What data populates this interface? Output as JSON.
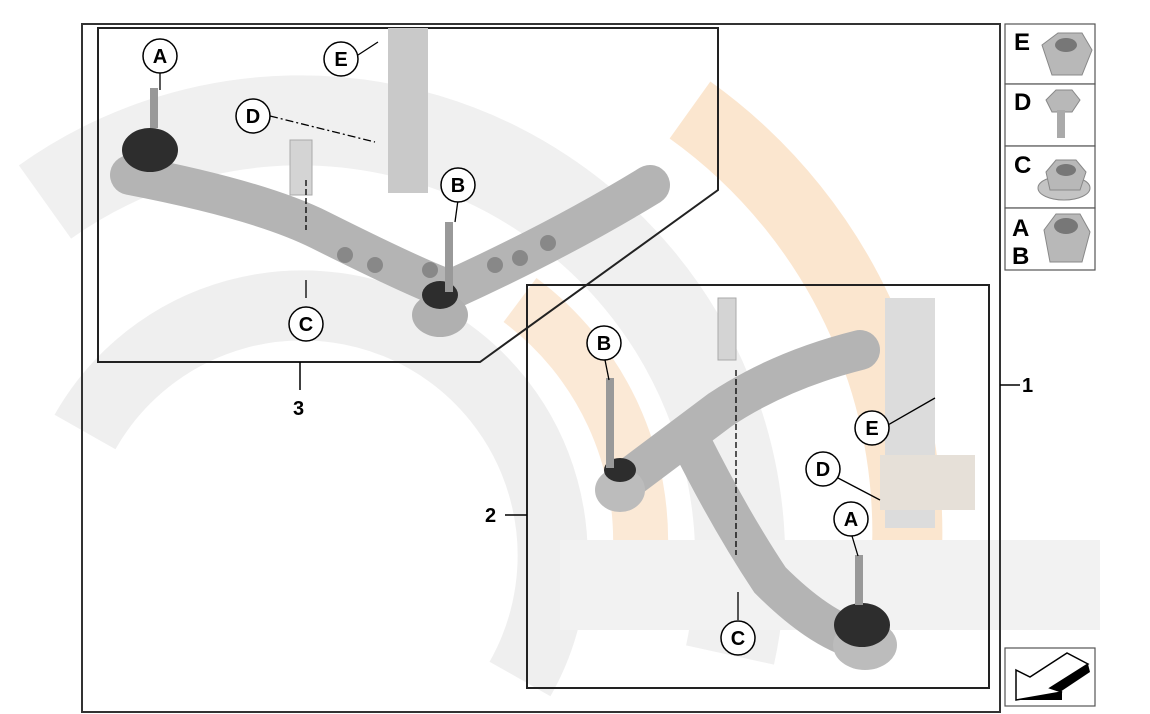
{
  "diagram": {
    "part_numbers": {
      "kit": "1",
      "right_arm": "2",
      "left_arm": "3"
    },
    "top_inset_callouts": {
      "a": "A",
      "b": "B",
      "c": "C",
      "d": "D",
      "e": "E"
    },
    "bottom_inset_callouts": {
      "a": "A",
      "b": "B",
      "c": "C",
      "d": "D",
      "e": "E"
    },
    "legend": [
      {
        "label": "E",
        "part": "hex-nut-icon"
      },
      {
        "label": "D",
        "part": "flange-bolt-icon"
      },
      {
        "label": "C",
        "part": "flange-nut-icon"
      },
      {
        "label": "A",
        "label2": "B",
        "part": "lock-nut-icon"
      }
    ],
    "colors": {
      "watermark_gray": "#ececec",
      "watermark_orange": "#fbe6cf",
      "part_gray": "#b4b4b4"
    }
  }
}
